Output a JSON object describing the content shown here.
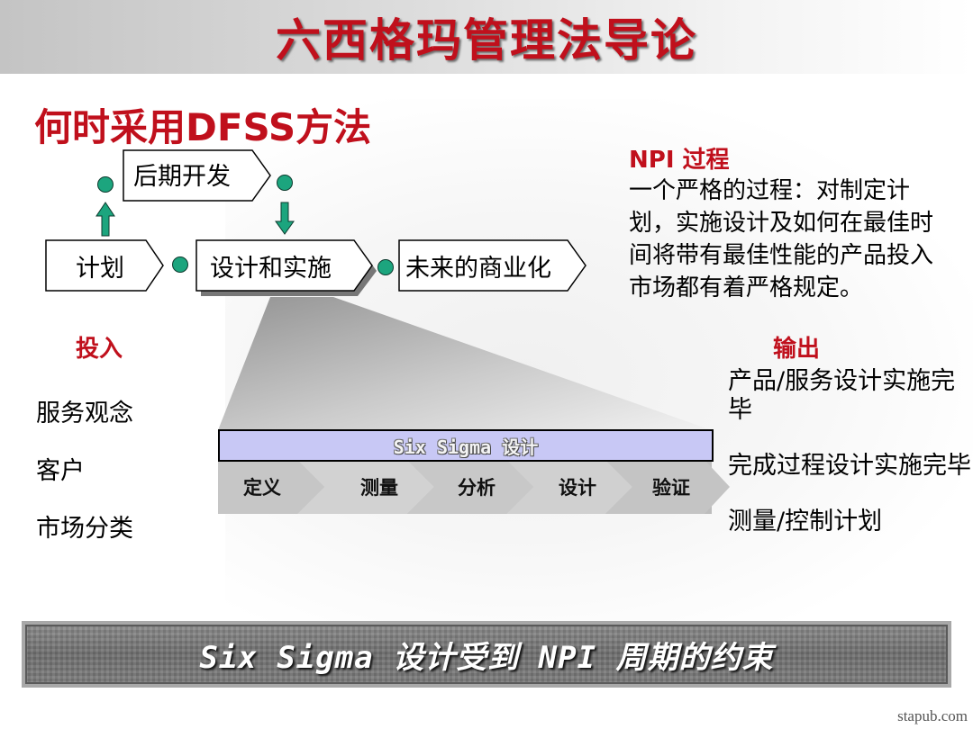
{
  "header": {
    "title": "六西格玛管理法导论"
  },
  "subtitle": "何时采用DFSS方法",
  "flow": {
    "boxes": [
      {
        "id": "plan",
        "label": "计划"
      },
      {
        "id": "late-development",
        "label": "后期开发"
      },
      {
        "id": "design-implement",
        "label": "设计和实施"
      },
      {
        "id": "future-commercialization",
        "label": "未来的商业化"
      }
    ]
  },
  "npi": {
    "title": "NPI 过程",
    "body": "一个严格的过程：对制定计划，实施设计及如何在最佳时间将带有最佳性能的产品投入市场都有着严格规定。"
  },
  "inputs": {
    "heading": "投入",
    "items": [
      "服务观念",
      "客户",
      "市场分类"
    ]
  },
  "outputs": {
    "heading": "输出",
    "items": [
      "产品/服务设计实施完毕",
      "完成过程设计实施完毕",
      "测量/控制计划"
    ]
  },
  "six_sigma": {
    "bar_label": "Six Sigma 设计",
    "phases": [
      "定义",
      "测量",
      "分析",
      "设计",
      "验证"
    ]
  },
  "banner": {
    "text": "Six Sigma 设计受到  NPI 周期的约束"
  },
  "watermark": "stapub.com",
  "colors": {
    "title_red": "#c0101c",
    "dot_green": "#1ca57e",
    "bar_lavender": "#c8c8f5",
    "banner_gray": "#7a7a7a"
  }
}
